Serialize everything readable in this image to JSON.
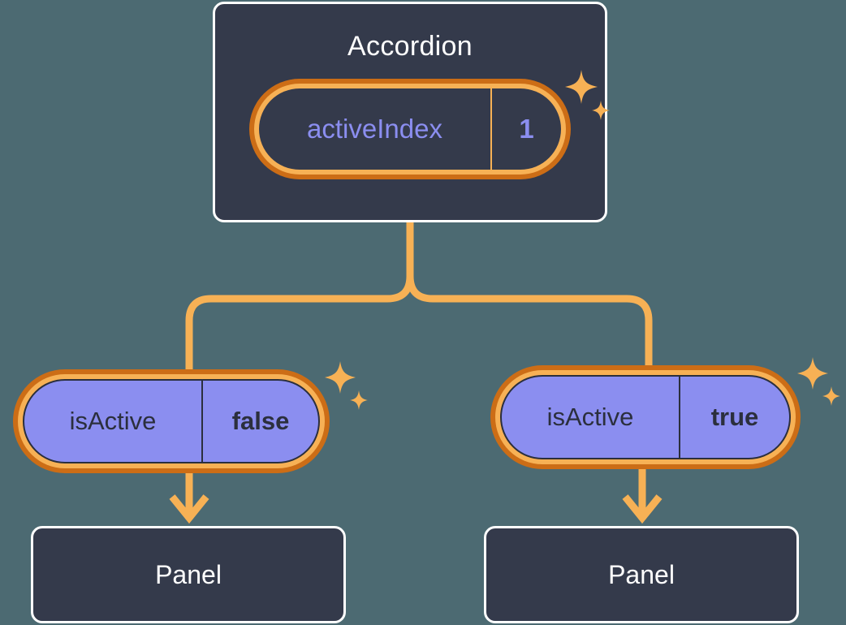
{
  "theme": {
    "background": "#4c6a72",
    "box_fill": "#343a4b",
    "box_border": "#ffffff",
    "ring_outer": "#cc6d16",
    "ring_inner": "#f7b155",
    "pill_purple": "#8b8ef0",
    "accent_text": "#8b8ef0",
    "dark_text": "#2b2f3d",
    "connector": "#f7b155",
    "sparkle": "#f7b155"
  },
  "nodes": {
    "accordion": {
      "title": "Accordion",
      "state": {
        "key": "activeIndex",
        "value": "1"
      }
    },
    "left_branch": {
      "prop": {
        "key": "isActive",
        "value": "false"
      },
      "child_title": "Panel"
    },
    "right_branch": {
      "prop": {
        "key": "isActive",
        "value": "true"
      },
      "child_title": "Panel"
    }
  },
  "icons": {
    "sparkle_large": "sparkle-icon",
    "sparkle_small": "sparkle-small-icon",
    "arrow_down": "arrow-down-icon",
    "branch_connector": "branch-connector-icon"
  }
}
